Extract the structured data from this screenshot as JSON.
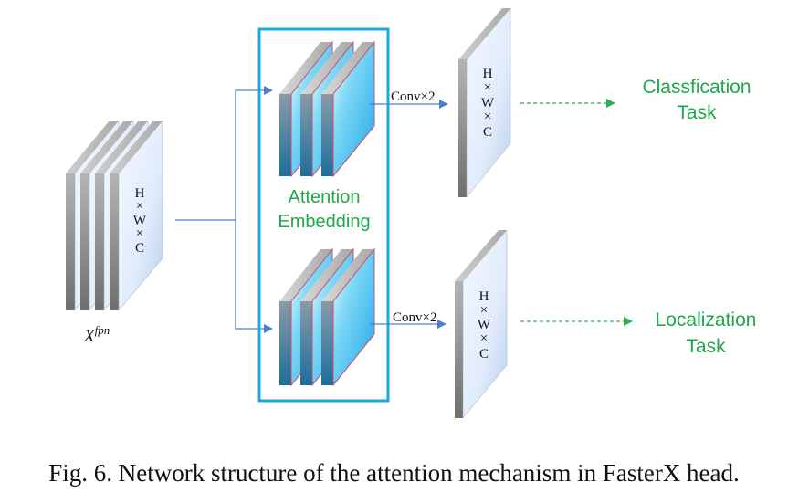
{
  "diagram": {
    "input": {
      "label_base": "X",
      "label_sup": "fpn",
      "dims": [
        "H",
        "×",
        "W",
        "×",
        "C"
      ]
    },
    "attention": {
      "label_line1": "Attention",
      "label_line2": "Embedding"
    },
    "top_branch": {
      "op_label": "Conv×2",
      "dims": [
        "H",
        "×",
        "W",
        "×",
        "C"
      ],
      "task_line1": "Classfication",
      "task_line2": "Task"
    },
    "bottom_branch": {
      "op_label": "Conv×2",
      "dims": [
        "H",
        "×",
        "W",
        "×",
        "C"
      ],
      "task_line1": "Localization",
      "task_line2": "Task"
    },
    "colors": {
      "box_border": "#1aa9e6",
      "arrow": "#4a7fd4",
      "task_text": "#1fa84a",
      "dashed_arrow": "#2eaa52",
      "feature_edge": "#d04a6a"
    }
  },
  "caption": "Fig. 6.  Network structure of the attention mechanism in FasterX head."
}
